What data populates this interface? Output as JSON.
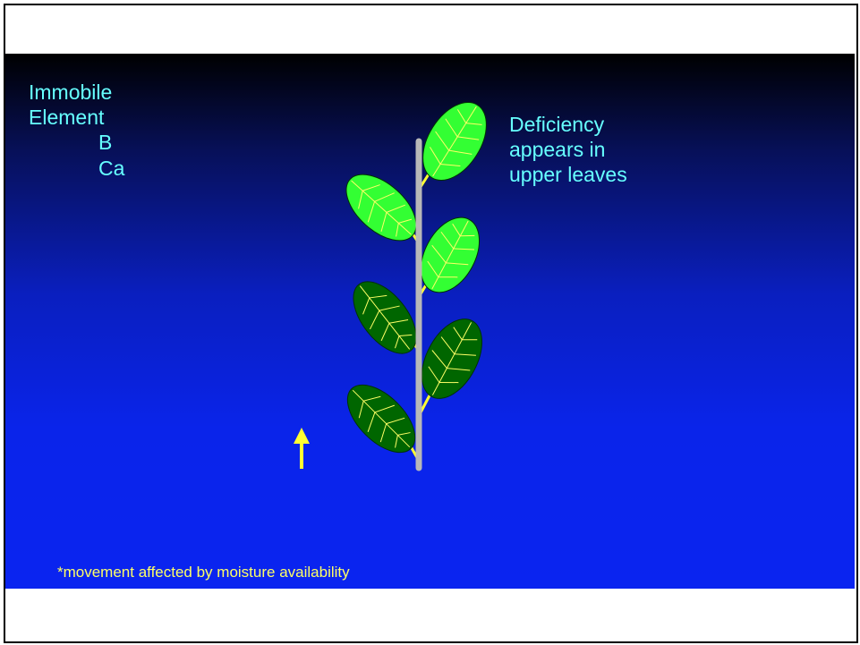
{
  "slide": {
    "left_text": {
      "line1": "Immobile",
      "line2": "Element",
      "line3": "B",
      "line4": "Ca"
    },
    "right_text": {
      "line1": "Deficiency",
      "line2": "appears in",
      "line3": "upper leaves"
    },
    "footnote": "*movement affected by moisture availability"
  },
  "colors": {
    "text": "#66ffff",
    "footnote": "#ffff66",
    "arrow": "#ffff33",
    "stem": "#b8b8b8",
    "young_leaf": "#33ff33",
    "old_leaf": "#006600",
    "vein": "#ffff66"
  },
  "icons": {
    "arrow": "up-arrow-icon"
  }
}
